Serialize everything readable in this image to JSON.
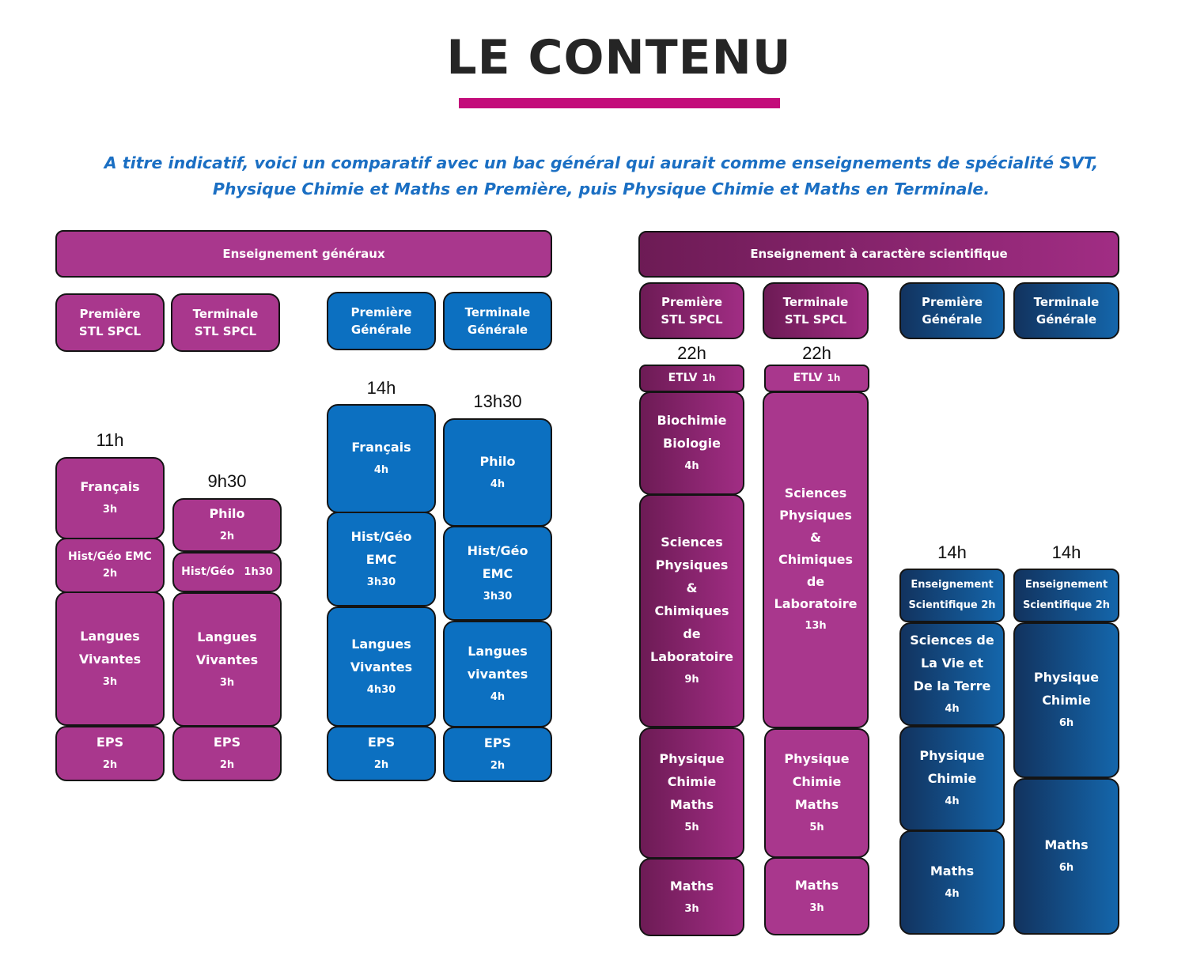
{
  "title": "LE CONTENU",
  "intro": {
    "line1": "A titre indicatif, voici un comparatif avec un bac général qui aurait comme enseignements de spécialité  SVT,",
    "line2": "Physique Chimie et Maths en Première, puis Physique Chimie et Maths en Terminale."
  },
  "left_panel": {
    "banner": "Enseignement généraux",
    "headers": {
      "premiere_stl": [
        "Première",
        "STL SPCL"
      ],
      "terminale_stl": [
        "Terminale",
        "STL SPCL"
      ],
      "premiere_gen": [
        "Première",
        "Générale"
      ],
      "terminale_gen": [
        "Terminale",
        "Générale"
      ]
    },
    "premiere_stl": {
      "total": "11h",
      "blocks": [
        {
          "name": [
            "Français"
          ],
          "hours": "3h"
        },
        {
          "name": [
            "Hist/Géo EMC"
          ],
          "hours": "2h"
        },
        {
          "name": [
            "Langues",
            "Vivantes"
          ],
          "hours": "3h"
        },
        {
          "name": [
            "EPS"
          ],
          "hours": "2h"
        }
      ]
    },
    "terminale_stl": {
      "total": "9h30",
      "blocks": [
        {
          "name": [
            "Philo"
          ],
          "hours": "2h"
        },
        {
          "name": [
            "Hist/Géo"
          ],
          "hours": "1h30"
        },
        {
          "name": [
            "Langues",
            "Vivantes"
          ],
          "hours": "3h"
        },
        {
          "name": [
            "EPS"
          ],
          "hours": "2h"
        }
      ]
    },
    "premiere_gen": {
      "total": "14h",
      "blocks": [
        {
          "name": [
            "Français"
          ],
          "hours": "4h"
        },
        {
          "name": [
            "Hist/Géo",
            "EMC"
          ],
          "hours": "3h30"
        },
        {
          "name": [
            "Langues",
            "Vivantes"
          ],
          "hours": "4h30"
        },
        {
          "name": [
            "EPS"
          ],
          "hours": "2h"
        }
      ]
    },
    "terminale_gen": {
      "total": "13h30",
      "blocks": [
        {
          "name": [
            "Philo"
          ],
          "hours": "4h"
        },
        {
          "name": [
            "Hist/Géo",
            "EMC"
          ],
          "hours": "3h30"
        },
        {
          "name": [
            "Langues",
            "vivantes"
          ],
          "hours": "4h"
        },
        {
          "name": [
            "EPS"
          ],
          "hours": "2h"
        }
      ]
    }
  },
  "right_panel": {
    "banner": "Enseignement à caractère scientifique",
    "headers": {
      "premiere_stl": [
        "Première",
        "STL SPCL"
      ],
      "terminale_stl": [
        "Terminale",
        "STL SPCL"
      ],
      "premiere_gen": [
        "Première",
        "Générale"
      ],
      "terminale_gen": [
        "Terminale",
        "Générale"
      ]
    },
    "premiere_stl": {
      "total": "22h",
      "blocks": [
        {
          "name": [
            "ETLV"
          ],
          "hours": "1h"
        },
        {
          "name": [
            "Biochimie",
            "Biologie"
          ],
          "hours": "4h"
        },
        {
          "name": [
            "Sciences",
            "Physiques",
            "&",
            "Chimiques",
            "de",
            "Laboratoire"
          ],
          "hours": "9h"
        },
        {
          "name": [
            "Physique",
            "Chimie",
            "Maths"
          ],
          "hours": "5h"
        },
        {
          "name": [
            "Maths"
          ],
          "hours": "3h"
        }
      ]
    },
    "terminale_stl": {
      "total": "22h",
      "blocks": [
        {
          "name": [
            "ETLV"
          ],
          "hours": "1h"
        },
        {
          "name": [
            "Sciences",
            "Physiques",
            "&",
            "Chimiques",
            "de",
            "Laboratoire"
          ],
          "hours": "13h"
        },
        {
          "name": [
            "Physique",
            "Chimie",
            "Maths"
          ],
          "hours": "5h"
        },
        {
          "name": [
            "Maths"
          ],
          "hours": "3h"
        }
      ]
    },
    "premiere_gen": {
      "total": "14h",
      "blocks": [
        {
          "name": [
            "Enseignement",
            "Scientifique"
          ],
          "hours": "2h"
        },
        {
          "name": [
            "Sciences de",
            "La Vie et",
            "De la Terre"
          ],
          "hours": "4h"
        },
        {
          "name": [
            "Physique",
            "Chimie"
          ],
          "hours": "4h"
        },
        {
          "name": [
            "Maths"
          ],
          "hours": "4h"
        }
      ]
    },
    "terminale_gen": {
      "total": "14h",
      "blocks": [
        {
          "name": [
            "Enseignement",
            "Scientifique"
          ],
          "hours": "2h"
        },
        {
          "name": [
            "Physique",
            "Chimie"
          ],
          "hours": "6h"
        },
        {
          "name": [
            "Maths"
          ],
          "hours": "6h"
        }
      ]
    }
  },
  "colors": {
    "magenta": "#a9378d",
    "blue": "#0c70c1",
    "dark_magenta": "#6d1b55",
    "dark_blue": "#12335f",
    "underline": "#c30c7a",
    "intro_text": "#1b6fc3"
  }
}
